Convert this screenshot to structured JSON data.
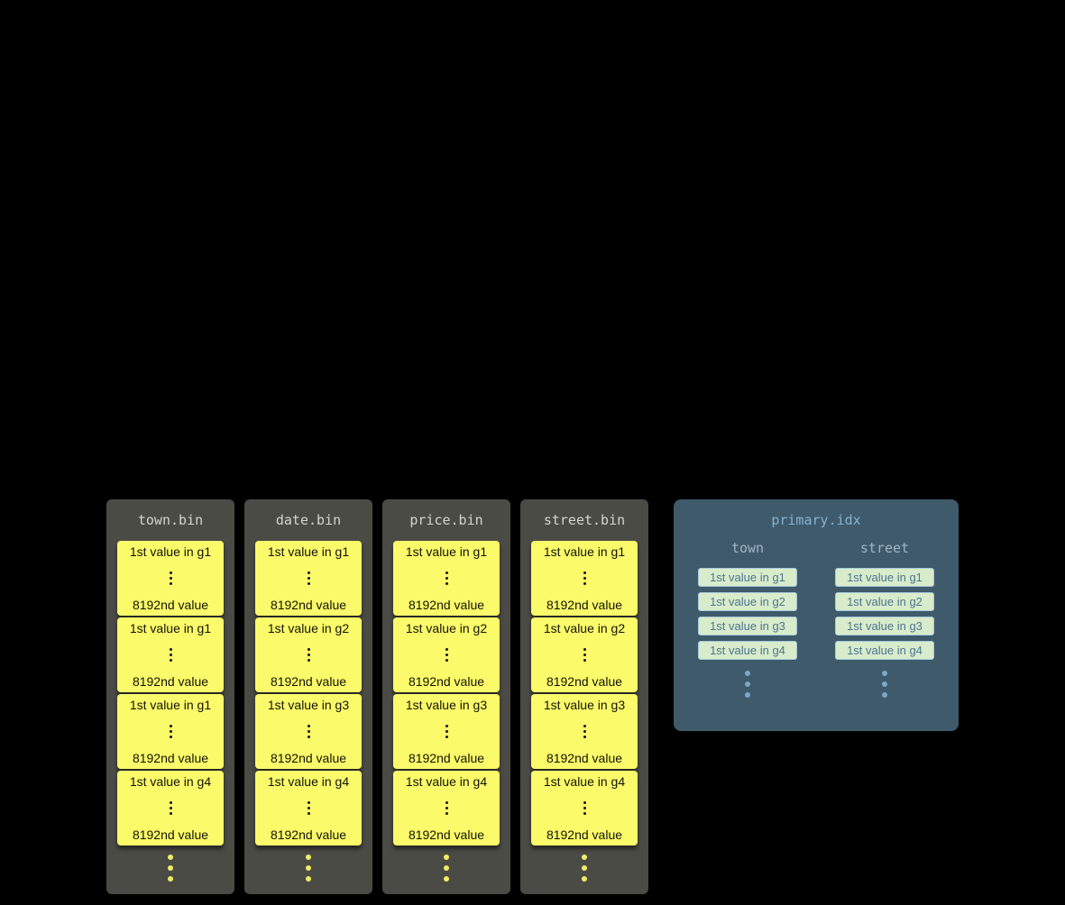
{
  "bins": [
    {
      "title": "town.bin",
      "granules": [
        {
          "first": "1st value in g1",
          "last": "8192nd value"
        },
        {
          "first": "1st value in g1",
          "last": "8192nd value"
        },
        {
          "first": "1st value in g1",
          "last": "8192nd value"
        },
        {
          "first": "1st value in g4",
          "last": "8192nd value"
        }
      ]
    },
    {
      "title": "date.bin",
      "granules": [
        {
          "first": "1st value in g1",
          "last": "8192nd value"
        },
        {
          "first": "1st value in g2",
          "last": "8192nd value"
        },
        {
          "first": "1st value in g3",
          "last": "8192nd value"
        },
        {
          "first": "1st value in g4",
          "last": "8192nd value"
        }
      ]
    },
    {
      "title": "price.bin",
      "granules": [
        {
          "first": "1st value in g1",
          "last": "8192nd value"
        },
        {
          "first": "1st value in g2",
          "last": "8192nd value"
        },
        {
          "first": "1st value in g3",
          "last": "8192nd value"
        },
        {
          "first": "1st value in g4",
          "last": "8192nd value"
        }
      ]
    },
    {
      "title": "street.bin",
      "granules": [
        {
          "first": "1st value in g1",
          "last": "8192nd value"
        },
        {
          "first": "1st value in g2",
          "last": "8192nd value"
        },
        {
          "first": "1st value in g3",
          "last": "8192nd value"
        },
        {
          "first": "1st value in g4",
          "last": "8192nd value"
        }
      ]
    }
  ],
  "index": {
    "title": "primary.idx",
    "columns": [
      {
        "name": "town",
        "entries": [
          "1st value in g1",
          "1st value in g2",
          "1st value in g3",
          "1st value in g4"
        ]
      },
      {
        "name": "street",
        "entries": [
          "1st value in g1",
          "1st value in g2",
          "1st value in g3",
          "1st value in g4"
        ]
      }
    ]
  },
  "colors": {
    "background": "#000000",
    "bin_panel": "#4b4b45",
    "granule_card": "#fafa6a",
    "granule_text": "#141406",
    "bin_title_text": "#d4d4d0",
    "index_panel": "#3e5a6b",
    "index_title_text": "#86b3d3",
    "index_column_text": "#9fb6c3",
    "index_entry_bg": "#d8eccb",
    "index_entry_text": "#4d7590",
    "yellow_dots": "#eded64",
    "blue_dots": "#7ba8c8"
  }
}
